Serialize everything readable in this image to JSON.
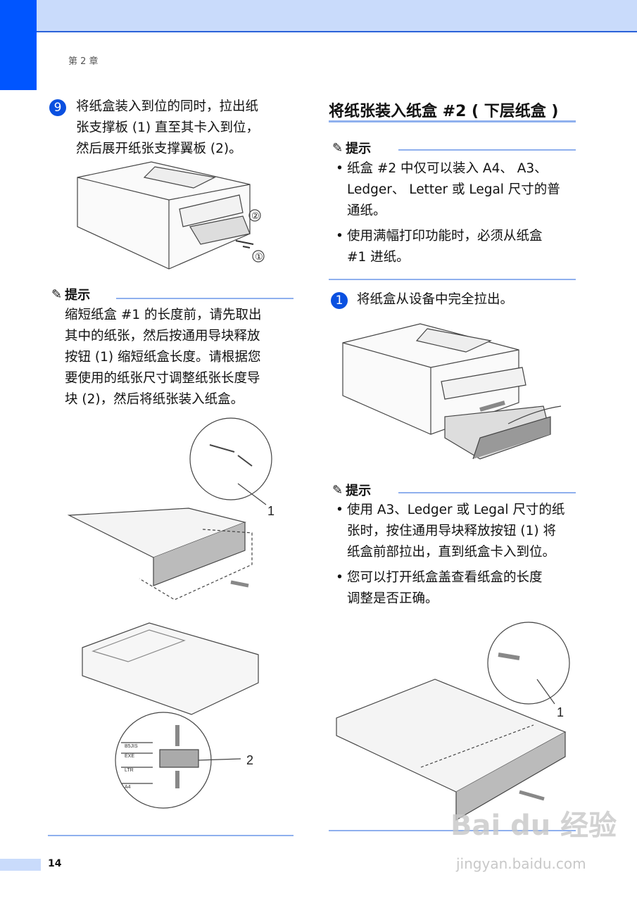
{
  "header": {
    "chapter": "第 2 章"
  },
  "left": {
    "step9": {
      "number": "9",
      "lines": [
        "将纸盒装入到位的同时，拉出纸",
        "张支撑板 (1) 直至其卡入到位，",
        "然后展开纸张支撑翼板 (2)。"
      ]
    },
    "figure1_labels": [
      "②",
      "①"
    ],
    "note": {
      "title": "提示",
      "lines": [
        "缩短纸盒 #1 的长度前，请先取出",
        "其中的纸张，然后按通用导块释放",
        "按钮 (1) 缩短纸盒长度。请根据您",
        "要使用的纸张尺寸调整纸张长度导",
        "块 (2)，然后将纸张装入纸盒。"
      ]
    },
    "figure2_labels": [
      "1"
    ],
    "figure3_labels": [
      "2",
      "B5JIS",
      "EXE",
      "LTR",
      "A4"
    ]
  },
  "right": {
    "heading": "将纸张装入纸盒 #2 ( 下层纸盒 )",
    "note1": {
      "title": "提示",
      "bullets": [
        [
          "纸盒 #2 中仅可以装入 A4、 A3、",
          "Ledger、 Letter 或 Legal 尺寸的普",
          "通纸。"
        ],
        [
          "使用满幅打印功能时，必须从纸盒",
          "#1 进纸。"
        ]
      ]
    },
    "step1": {
      "number": "1",
      "text": "将纸盒从设备中完全拉出。"
    },
    "note2": {
      "title": "提示",
      "bullets": [
        [
          "使用 A3、Ledger 或 Legal 尺寸的纸",
          "张时，按住通用导块释放按钮 (1) 将",
          "纸盒前部拉出，直到纸盒卡入到位。"
        ],
        [
          "您可以打开纸盒盖查看纸盒的长度",
          "调整是否正确。"
        ]
      ]
    },
    "figure5_labels": [
      "1"
    ]
  },
  "footer": {
    "page": "14"
  },
  "watermark": {
    "text": "Bai du 经验",
    "url": "jingyan.baidu.com"
  },
  "colors": {
    "accent": "#0055ff",
    "band": "#c9dbfb",
    "rule": "#8fb0ee"
  }
}
